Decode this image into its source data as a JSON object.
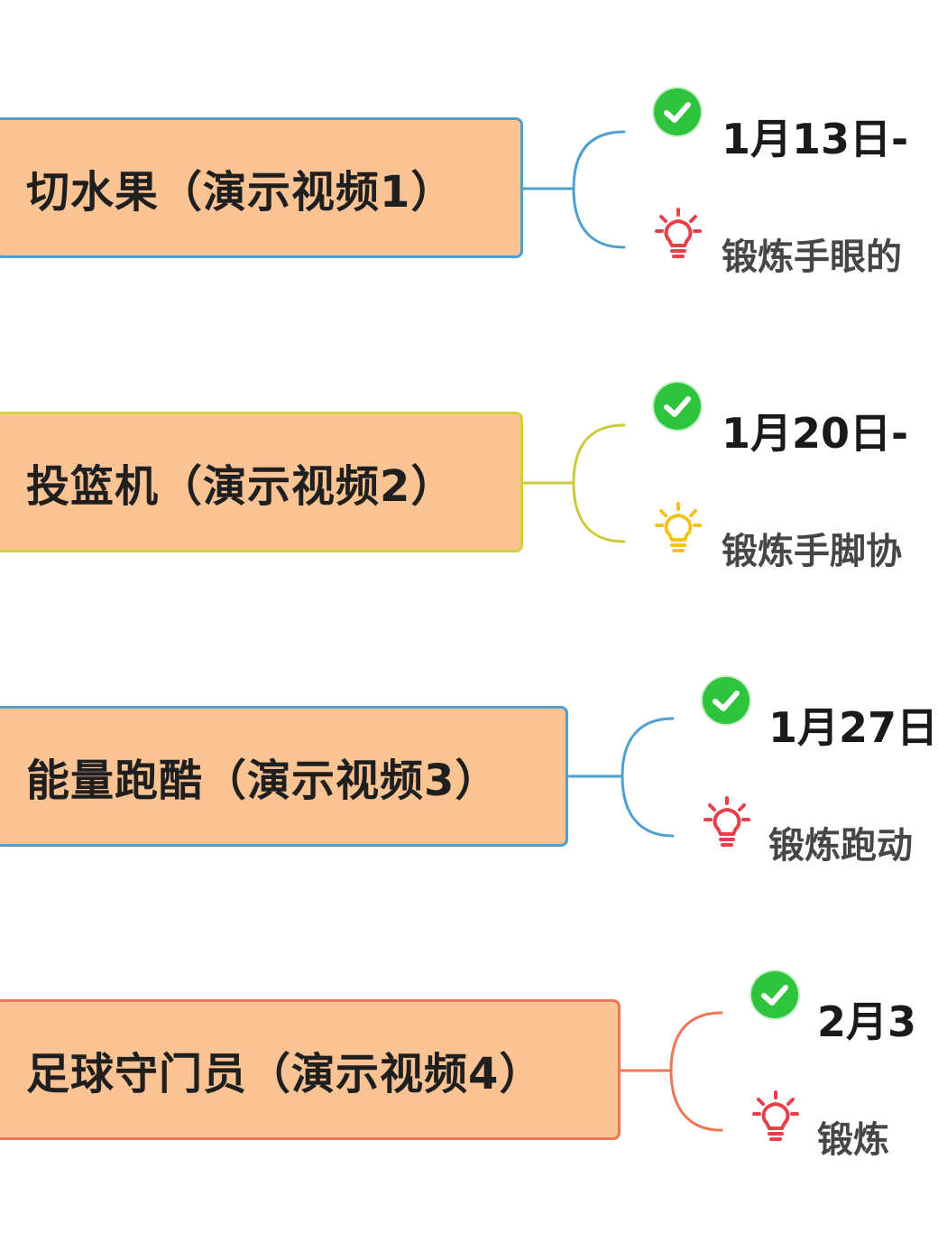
{
  "colors": {
    "box_fill": "#f9c393",
    "branch_1": "#4f9fcf",
    "branch_2": "#d2d23c",
    "branch_3": "#4f9fcf",
    "branch_4": "#ef7555",
    "check": "#2ec43c",
    "bulb_red": "#e8404a",
    "bulb_yellow": "#f3c320"
  },
  "nodes": [
    {
      "label": "切水果（演示视频1）",
      "date": "1月13日-",
      "desc": "锻炼手眼的",
      "check_icon": "check-circle-icon",
      "bulb_icon": "lightbulb-icon"
    },
    {
      "label": "投篮机（演示视频2）",
      "date": "1月20日-",
      "desc": "锻炼手脚协",
      "check_icon": "check-circle-icon",
      "bulb_icon": "lightbulb-icon"
    },
    {
      "label": "能量跑酷（演示视频3）",
      "date": "1月27日",
      "desc": "锻炼跑动",
      "check_icon": "check-circle-icon",
      "bulb_icon": "lightbulb-icon"
    },
    {
      "label": "足球守门员（演示视频4）",
      "date": "2月3",
      "desc": "锻炼",
      "check_icon": "check-circle-icon",
      "bulb_icon": "lightbulb-icon"
    }
  ]
}
